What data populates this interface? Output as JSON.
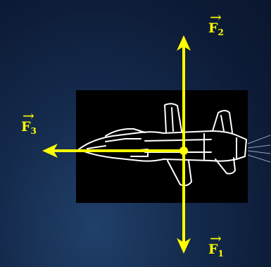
{
  "forces": [
    {
      "letter": "F",
      "sub": "1",
      "arrow": "→"
    },
    {
      "letter": "F",
      "sub": "2",
      "arrow": "→"
    },
    {
      "letter": "F",
      "sub": "3",
      "arrow": "→"
    }
  ],
  "colors": {
    "vector": "#ffff00",
    "panel": "#000000",
    "jet_outline": "#ffffff",
    "exhaust": "#9aa4b3",
    "background": "#142a4c"
  }
}
